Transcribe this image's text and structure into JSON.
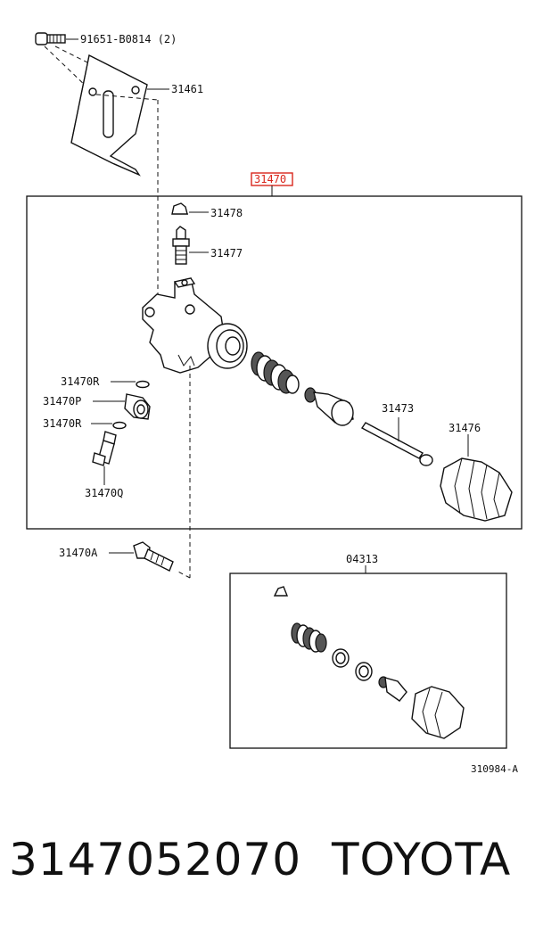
{
  "labels": {
    "bolt_top": "91651-B0814 (2)",
    "bracket": "31461",
    "assembly": "31470",
    "cap": "31478",
    "bleeder": "31477",
    "washer_upper": "31470R",
    "union": "31470P",
    "washer_lower": "31470R",
    "union_bolt": "31470Q",
    "rod": "31473",
    "boot": "31476",
    "mount_bolt": "31470A",
    "kit": "04313",
    "figure_code": "310984-A"
  },
  "footer": {
    "part_number": "3147052070",
    "brand": "TOYOTA"
  },
  "colors": {
    "highlight": "#d9261c",
    "line": "#111111"
  }
}
